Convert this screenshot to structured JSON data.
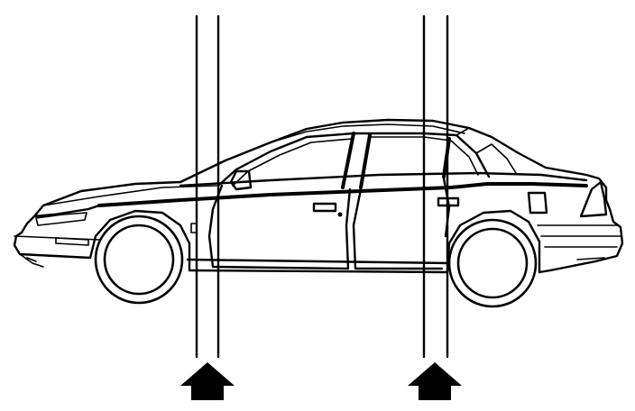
{
  "diagram": {
    "subject": "car-side-view",
    "lift_points": [
      "front-lift-point",
      "rear-lift-point"
    ],
    "colors": {
      "line": "#000000",
      "background": "#ffffff"
    }
  }
}
